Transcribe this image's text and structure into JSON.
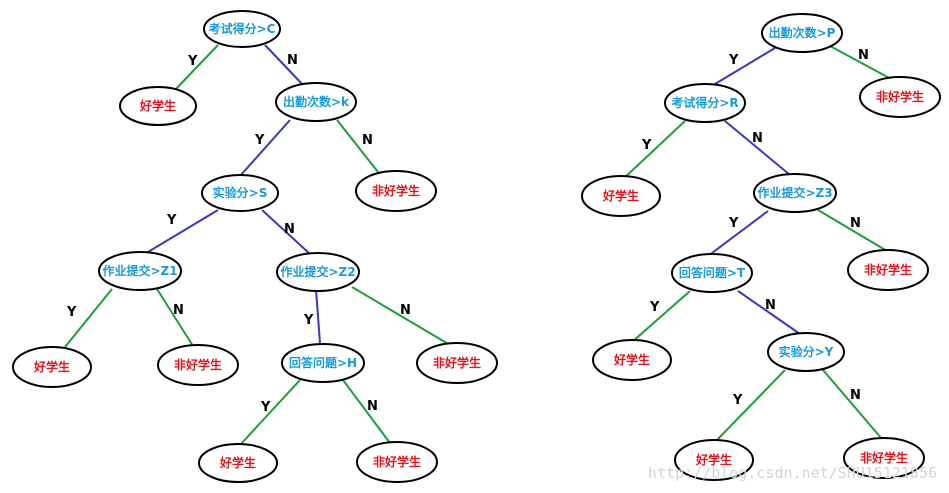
{
  "colors": {
    "condition_text": "#1a9bd7",
    "leaf_text": "#e0161e",
    "yes_edge": "#1e9e3a",
    "no_edge": "#3a3ab8",
    "watermark": "#d4d4d4"
  },
  "left_tree": {
    "score_node": "考试得分>C",
    "attendance_node": "出勤次数>k",
    "experiment_node": "实验分>S",
    "homework_z1_node": "作业提交>Z1",
    "homework_z2_node": "作业提交>Z2",
    "answer_node": "回答问题>H",
    "leaf_good_1": "好学生",
    "leaf_bad_1": "非好学生",
    "leaf_good_2": "好学生",
    "leaf_bad_2": "非好学生",
    "leaf_bad_3": "非好学生",
    "leaf_good_3": "好学生",
    "leaf_bad_4": "非好学生",
    "edge_labels": [
      "Y",
      "N",
      "Y",
      "N",
      "Y",
      "N",
      "Y",
      "N",
      "Y",
      "N",
      "Y",
      "N"
    ]
  },
  "right_tree": {
    "attendance_node": "出勤次数>P",
    "score_node": "考试得分>R",
    "homework_node": "作业提交>Z3",
    "answer_node": "回答问题>T",
    "experiment_node": "实验分>Y",
    "leaf_bad_1": "非好学生",
    "leaf_good_1": "好学生",
    "leaf_bad_2": "非好学生",
    "leaf_good_2": "好学生",
    "leaf_good_3": "好学生",
    "leaf_bad_3": "非好学生",
    "edge_labels": [
      "Y",
      "N",
      "Y",
      "N",
      "Y",
      "N",
      "Y",
      "N",
      "Y",
      "N"
    ]
  },
  "watermark": "http://blog.csdn.net/SHU15121856"
}
